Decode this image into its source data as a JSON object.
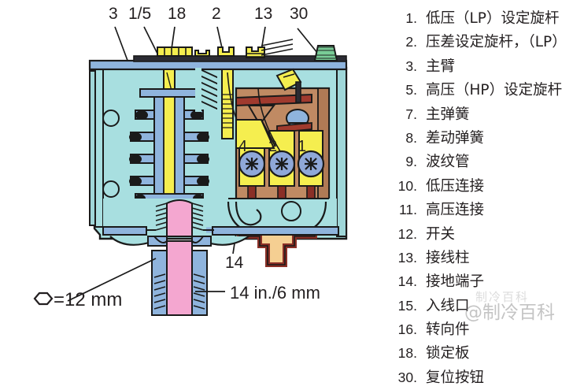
{
  "legend": {
    "items": [
      {
        "num": "1.",
        "label": "低压（LP）设定旋杆"
      },
      {
        "num": "2.",
        "label": "压差设定旋杆，（LP）"
      },
      {
        "num": "3.",
        "label": "主臂"
      },
      {
        "num": "5.",
        "label": "高压（HP）设定旋杆"
      },
      {
        "num": "7.",
        "label": "主弹簧"
      },
      {
        "num": "8.",
        "label": "差动弹簧"
      },
      {
        "num": "9.",
        "label": "波纹管"
      },
      {
        "num": "10.",
        "label": "低压连接"
      },
      {
        "num": "11.",
        "label": "高压连接"
      },
      {
        "num": "12.",
        "label": "开关"
      },
      {
        "num": "13.",
        "label": "接线柱"
      },
      {
        "num": "14.",
        "label": "接地端子"
      },
      {
        "num": "15.",
        "label": "入线口"
      },
      {
        "num": "16.",
        "label": "转向件"
      },
      {
        "num": "18.",
        "label": "锁定板"
      },
      {
        "num": "30.",
        "label": "复位按钮"
      }
    ]
  },
  "diagram": {
    "callouts_top": [
      {
        "id": "callout-3",
        "text": "3"
      },
      {
        "id": "callout-1-5",
        "text": "1/5"
      },
      {
        "id": "callout-18",
        "text": "18"
      },
      {
        "id": "callout-2",
        "text": "2"
      },
      {
        "id": "callout-13",
        "text": "13"
      },
      {
        "id": "callout-30",
        "text": "30"
      }
    ],
    "terminal_numbers": [
      "4",
      "2",
      "1"
    ],
    "callout_ground": "14",
    "note_hex": "=12 mm",
    "note_thread": "14 in./6 mm"
  },
  "watermark": {
    "main": "@制冷百科",
    "ghost": "制冷百科"
  },
  "colors": {
    "body_cyan": "#a8dfe0",
    "steel_blue": "#8fb4dd",
    "yellow": "#f5ee4f",
    "brown": "#c08a63",
    "dark_brown": "#9e6b4a",
    "pink": "#f4a7d0",
    "green": "#79cc96",
    "dark_red": "#a03a2e",
    "tan": "#f5cf92",
    "outline": "#1a1a1a"
  }
}
